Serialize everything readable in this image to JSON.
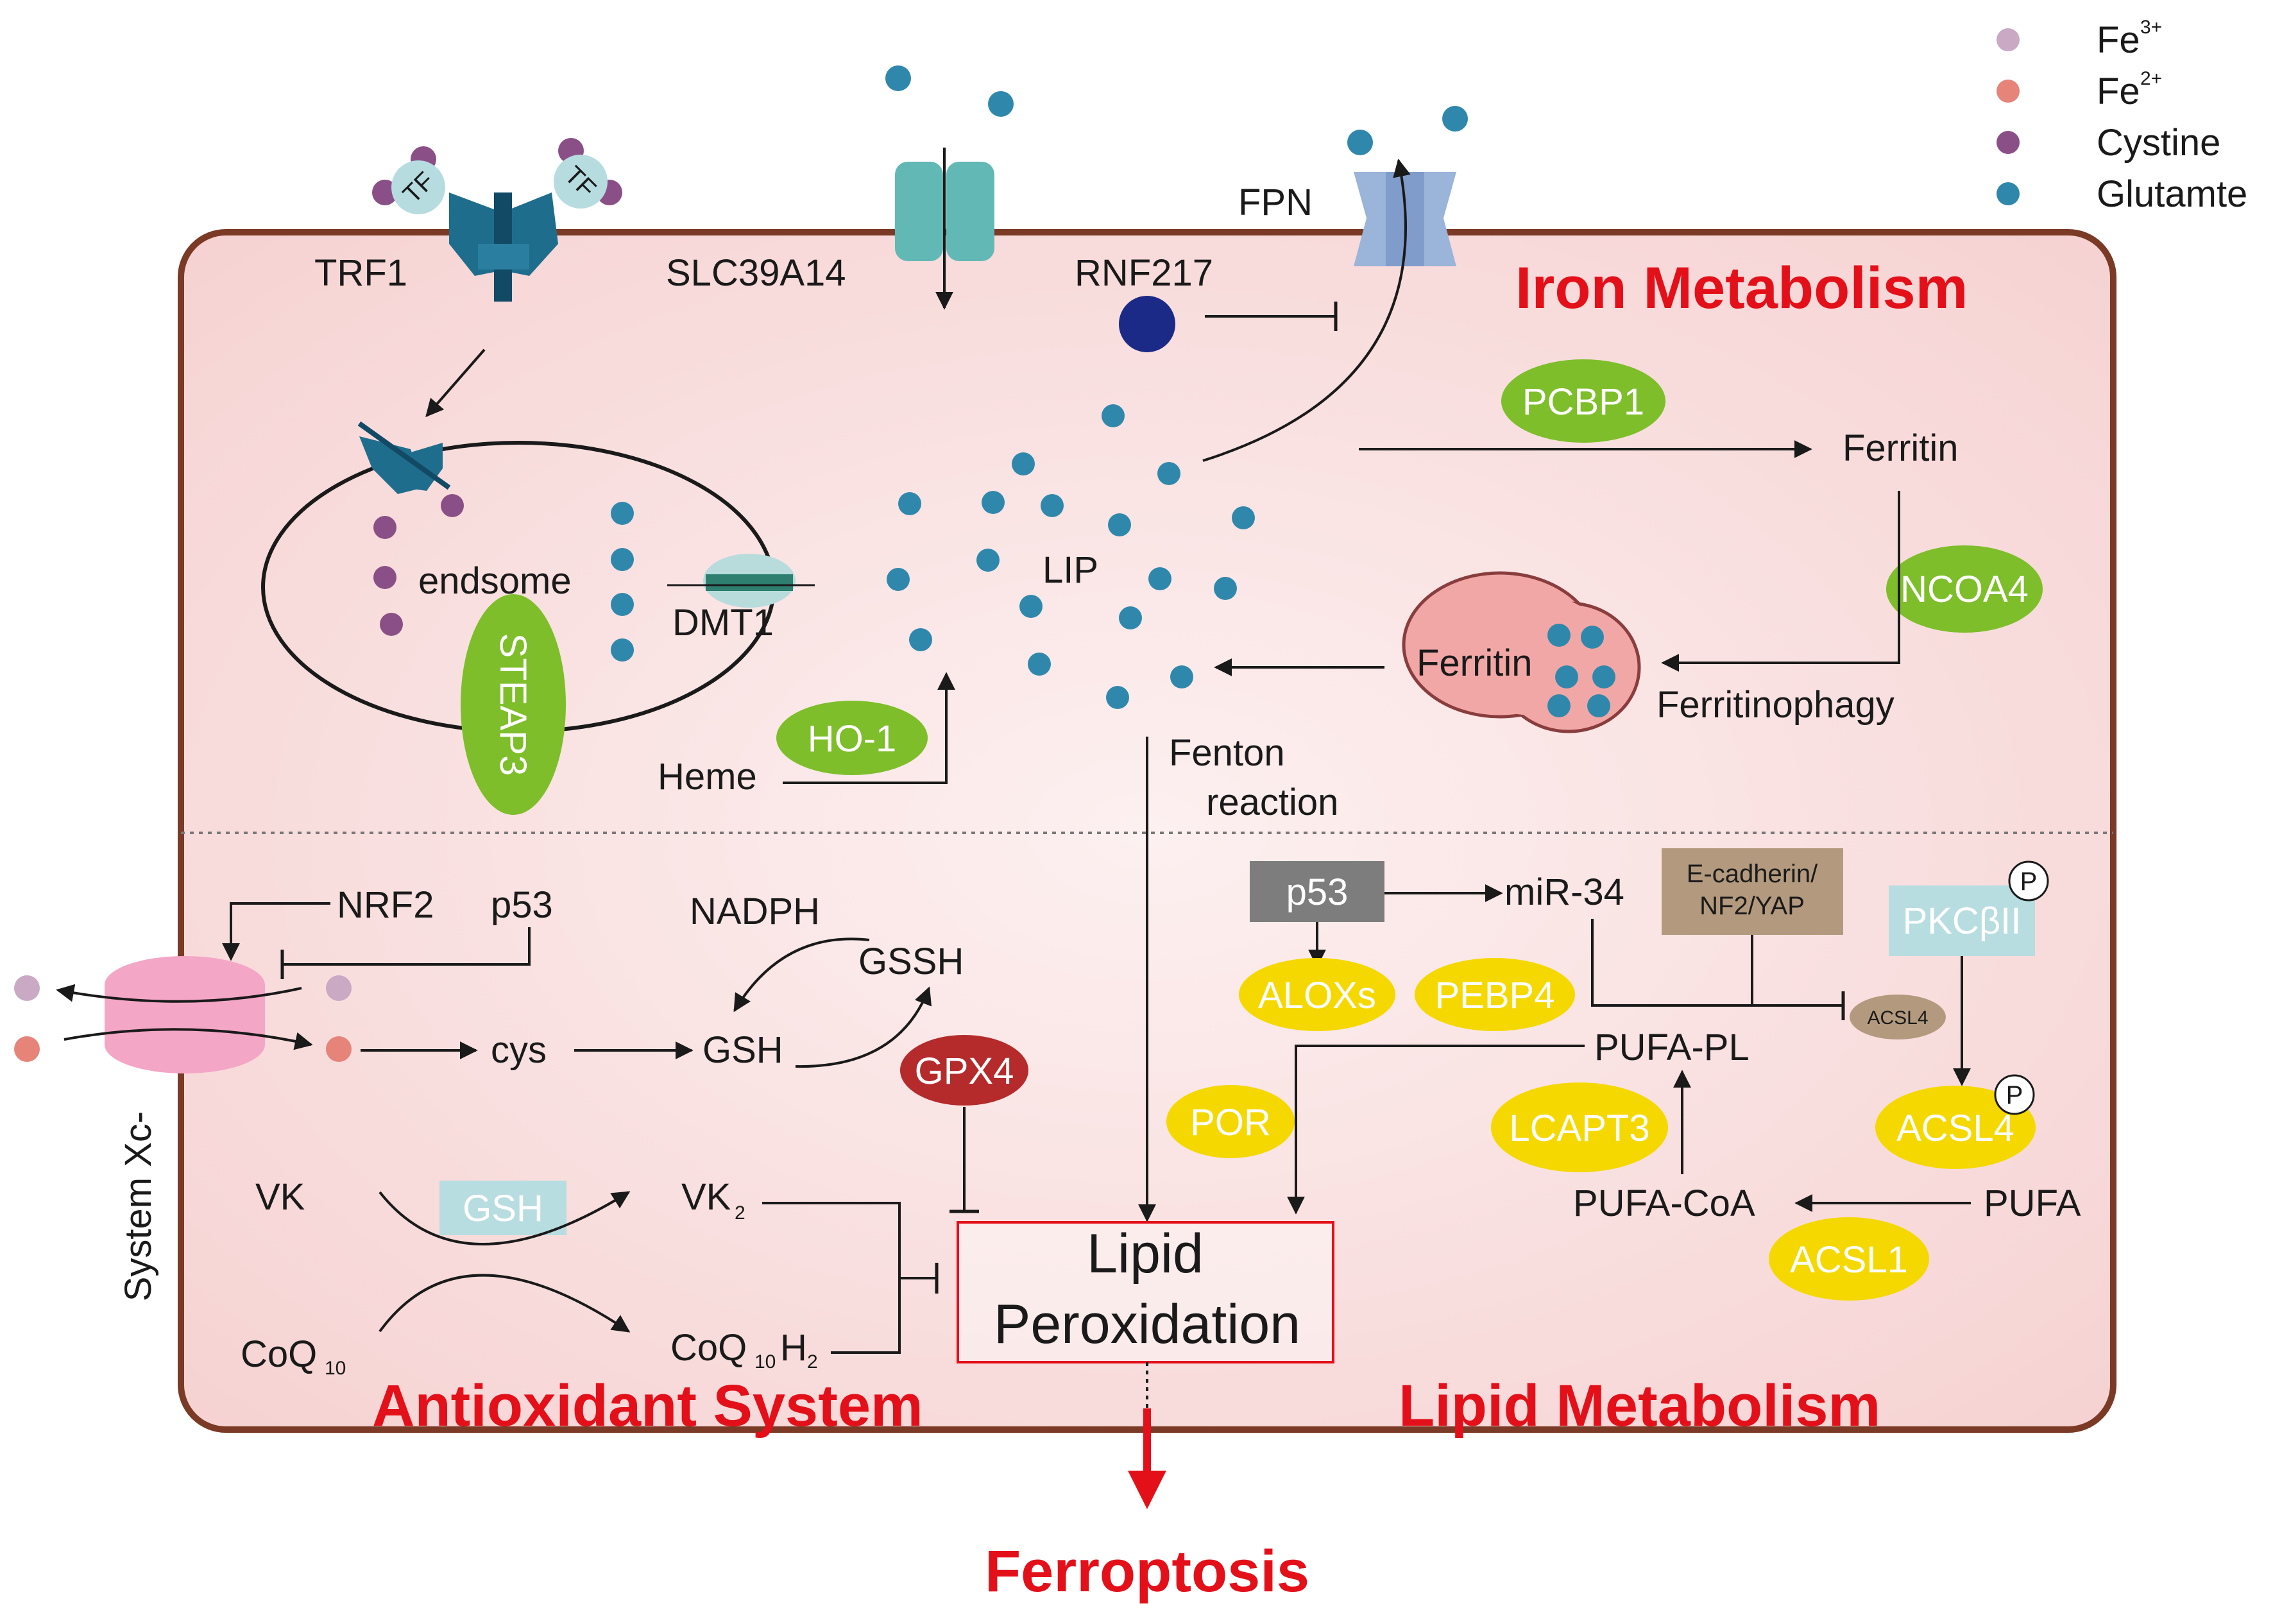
{
  "legend": [
    {
      "label": "Fe",
      "sup": "3+",
      "color": "#c9a9c4"
    },
    {
      "label": "Fe",
      "sup": "2+",
      "color": "#e6847a"
    },
    {
      "label": "Cystine",
      "sup": "",
      "color": "#8a4f86"
    },
    {
      "label": "Glutamte",
      "sup": "",
      "color": "#2f88ac"
    }
  ],
  "sections": {
    "iron": "Iron Metabolism",
    "antioxidant": "Antioxidant System",
    "lipid": "Lipid Metabolism",
    "outcome": "Ferroptosis"
  },
  "iron": {
    "trf1": "TRF1",
    "tf": "TF",
    "slc": "SLC39A14",
    "rnf217": "RNF217",
    "fpn": "FPN",
    "endosome": "endsome",
    "dmt1": "DMT1",
    "steap3": "STEAP3",
    "lip": "LIP",
    "heme": "Heme",
    "ho1": "HO-1",
    "pcbp1": "PCBP1",
    "ferritin": "Ferritin",
    "ncoa4": "NCOA4",
    "ferritin_complex": "Ferritin",
    "ferritinophagy": "Ferritinophagy",
    "fenton_1": "Fenton",
    "fenton_2": "reaction"
  },
  "antioxidant": {
    "nrf2": "NRF2",
    "p53": "p53",
    "nadph": "NADPH",
    "gssh": "GSSH",
    "gsh": "GSH",
    "cys": "cys",
    "gpx4": "GPX4",
    "system_xc": "System Xc-",
    "vk": "VK",
    "gsh_box": "GSH",
    "vk2": "VK",
    "vk2_sub": "2",
    "coq": "CoQ",
    "coq_sub": "10",
    "coqh": "CoQ",
    "coqh_sub": "10",
    "coqh_h": "H",
    "coqh_h_sub": "2"
  },
  "lipid": {
    "p53": "p53",
    "mir34": "miR-34",
    "ecad_1": "E-cadherin/",
    "ecad_2": "NF2/YAP",
    "pkc": "PKCβII",
    "p_label": "P",
    "aloxs": "ALOXs",
    "pebp4": "PEBP4",
    "acsl4_small": "ACSL4",
    "pufa_pl": "PUFA-PL",
    "por": "POR",
    "lcapt3": "LCAPT3",
    "acsl4": "ACSL4",
    "pufa_coa": "PUFA-CoA",
    "pufa": "PUFA",
    "acsl1": "ACSL1"
  },
  "center": {
    "line1": "Lipid",
    "line2": "Peroxidation"
  },
  "colors": {
    "cell_fill": "#fbe4e4",
    "cell_border": "#7a3a25",
    "glutamate": "#2f88ac",
    "green": "#7dbe2a",
    "yellow": "#f5d800",
    "red_title": "#e3101a",
    "gpx4": "#b52b2b",
    "grey_box": "#7d7d7d",
    "tan_box": "#b39a7e",
    "pkc_box": "#b7dde0"
  }
}
